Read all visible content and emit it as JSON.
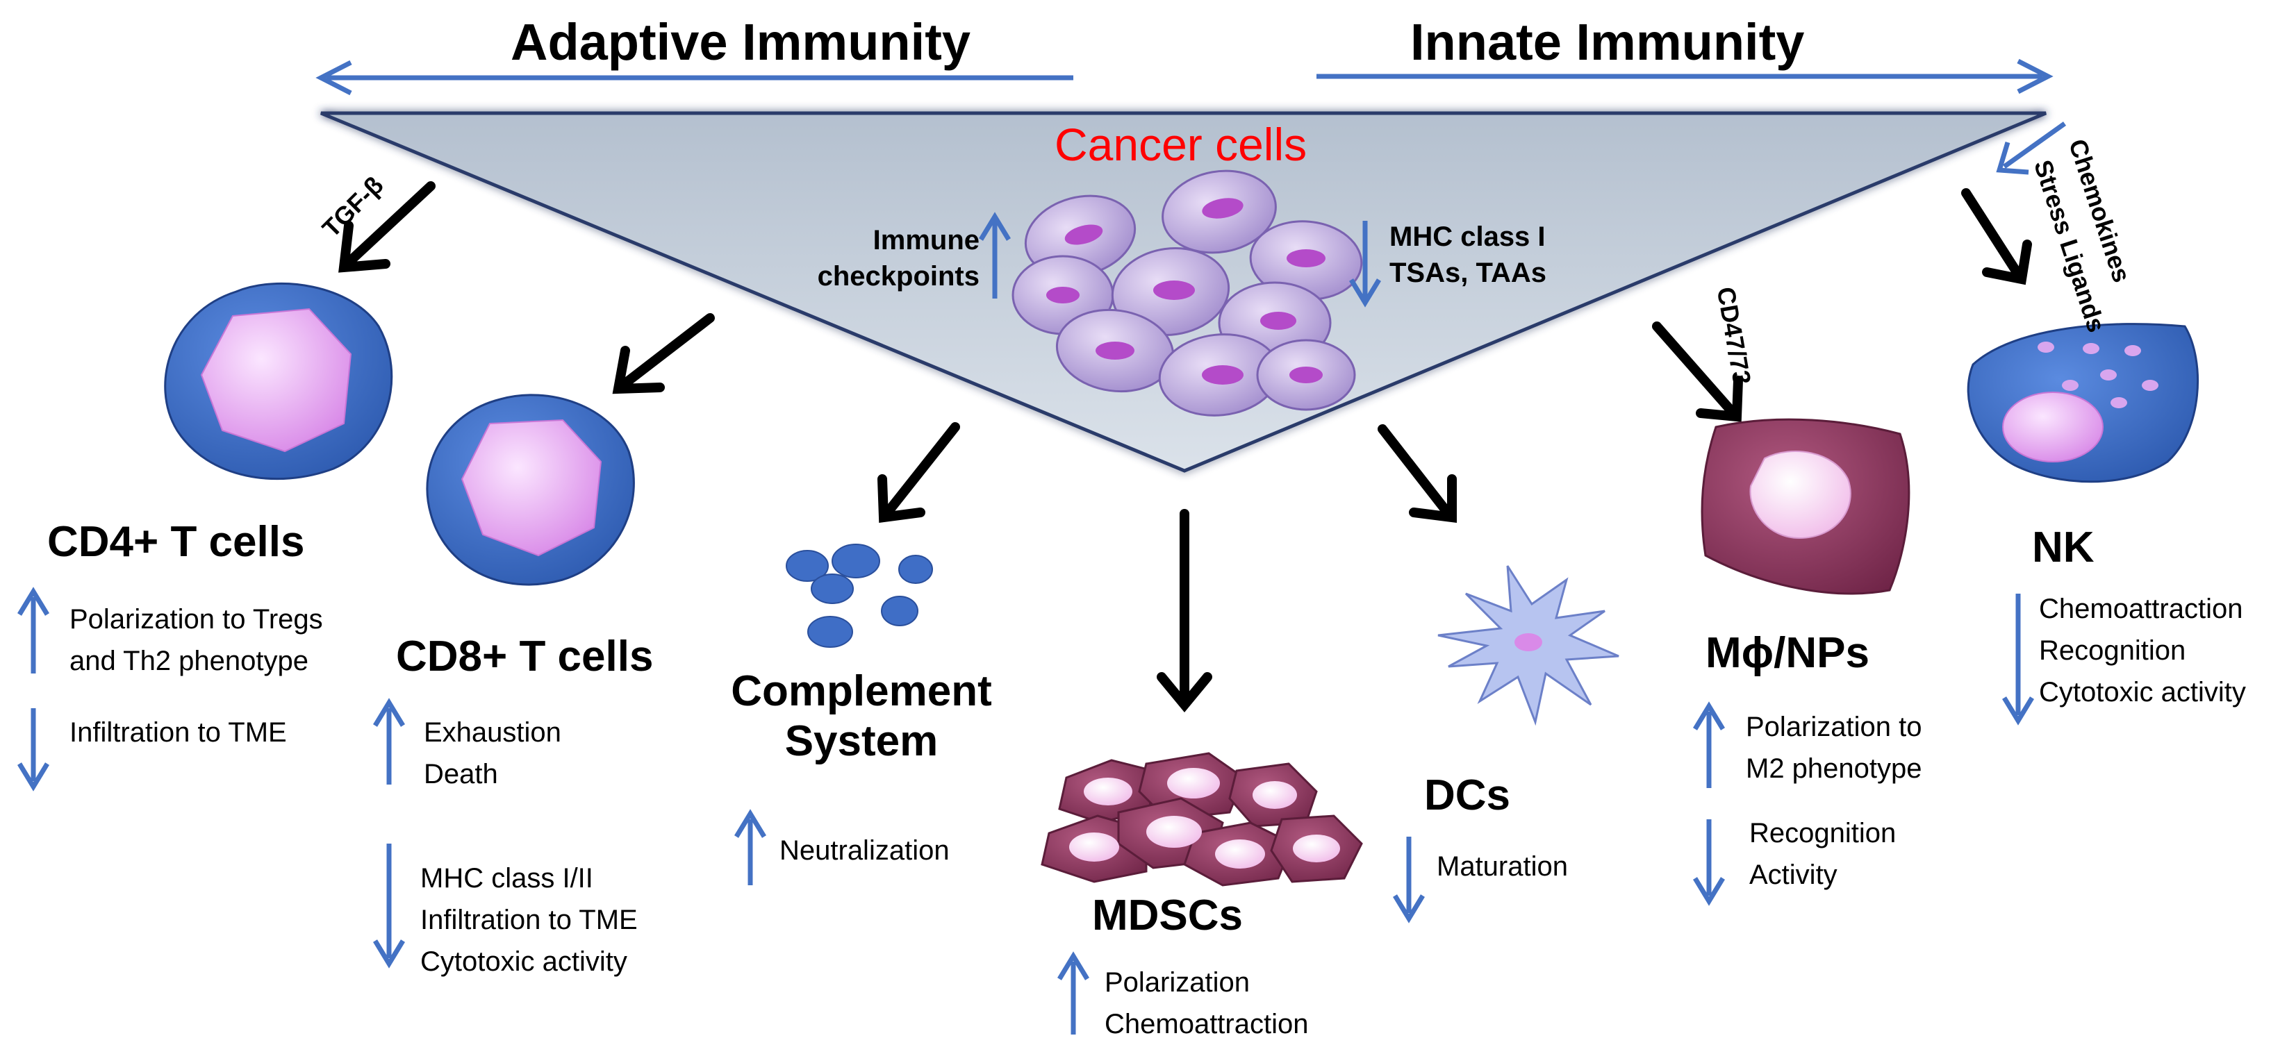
{
  "headers": {
    "adaptive": "Adaptive Immunity",
    "innate": "Innate Immunity"
  },
  "cancer": {
    "title": "Cancer cells",
    "left_label": [
      "Immune",
      "checkpoints"
    ],
    "right_label": [
      "MHC class I",
      "TSAs, TAAs"
    ]
  },
  "signals": {
    "tgf": "TGF-β",
    "cd47": "CD47/73",
    "chemokines": "Chemokines",
    "stress": "Stress Ligands"
  },
  "cells": {
    "cd4": {
      "title": "CD4+ T cells",
      "up": [
        "Polarization to Tregs",
        "and Th2 phenotype"
      ],
      "down": [
        "Infiltration to TME"
      ]
    },
    "cd8": {
      "title": "CD8+ T cells",
      "up": [
        "Exhaustion",
        "Death"
      ],
      "down": [
        "MHC class I/II",
        "Infiltration to TME",
        "Cytotoxic activity"
      ]
    },
    "complement": {
      "title": [
        "Complement",
        "System"
      ],
      "up": [
        "Neutralization"
      ]
    },
    "mdsc": {
      "title": "MDSCs",
      "up": [
        "Polarization",
        "Chemoattraction"
      ]
    },
    "dc": {
      "title": "DCs",
      "down": [
        "Maturation"
      ]
    },
    "mphi": {
      "title": "Mϕ/NPs",
      "up": [
        "Polarization to",
        "M2 phenotype"
      ],
      "down": [
        "Recognition",
        "Activity"
      ]
    },
    "nk": {
      "title": "NK",
      "down": [
        "Chemoattraction",
        "Recognition",
        "Cytotoxic activity"
      ]
    }
  },
  "colors": {
    "cancer_text": "#ff0000",
    "blue_arrow": "#4472c4",
    "triangle_fill": "#c3cdd9",
    "lymphocyte_blue": "#3f6ec6",
    "nucleus_pink": "#e7a8f0",
    "mdsc_maroon": "#8b3a62",
    "dc_lavender": "#b7c4f0"
  }
}
